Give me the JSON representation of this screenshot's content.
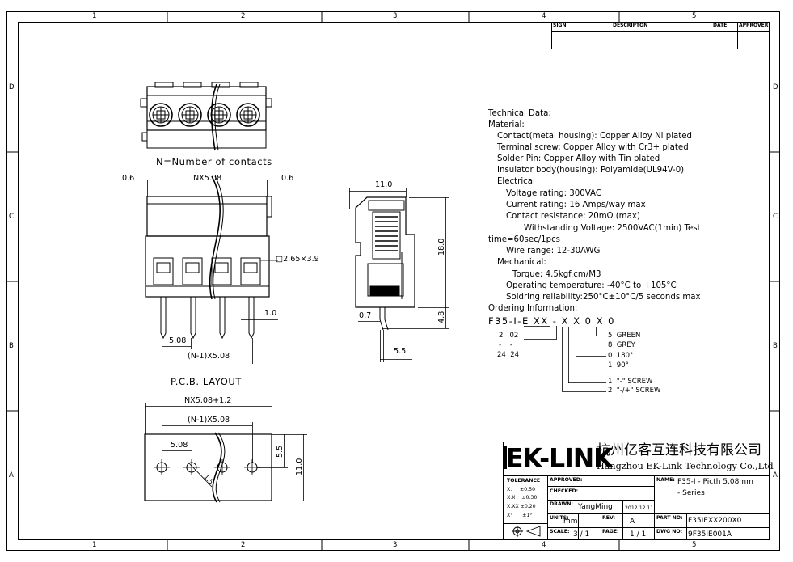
{
  "zones": {
    "columns": [
      "1",
      "2",
      "3",
      "4",
      "5"
    ],
    "rows": [
      "D",
      "C",
      "B",
      "A"
    ]
  },
  "revision_table": {
    "headers": [
      "SIGN",
      "DESCRIPTON",
      "DATE",
      "APPROVER"
    ]
  },
  "views": {
    "top_caption": "N=Number of contacts",
    "pcb_caption": "P.C.B. LAYOUT"
  },
  "dimensions": {
    "left_margin": "0.6",
    "pitch_total": "NX5.08",
    "right_margin": "0.6",
    "hole_size": "2.65×3.9",
    "pin_pitch": "5.08",
    "pin_total": "(N-1)X5.08",
    "pin_width": "1.0",
    "side_width": "11.0",
    "side_height": "18.0",
    "pin_offset": "0.7",
    "pin_length": "4.8",
    "pin_spacing": "5.5",
    "pcb_total": "NX5.08+1.2",
    "pcb_span": "(N-1)X5.08",
    "pcb_pitch": "5.08",
    "pcb_row": "5.5",
    "pcb_height": "11.0",
    "pcb_diameter": "1.5"
  },
  "technical_data": [
    "Technical Data:",
    "Material:",
    "Contact(metal housing): Copper Alloy Ni plated",
    "Terminal screw: Copper Alloy with Cr3+ plated",
    "Solder Pin: Copper Alloy  with Tin plated",
    "Insulator body(housing): Polyamide(UL94V-0)",
    "Electrical",
    "Voltage rating: 300VAC",
    "Current rating: 16 Amps/way max",
    "Contact resistance: 20mΩ (max)",
    "Withstanding Voltage: 2500VAC(1min) Test",
    "time=60sec/1pcs",
    "Wire range: 12-30AWG",
    "Mechanical:",
    "Torque: 4.5kgf.cm/M3",
    "Operating temperature: -40°C to +105°C",
    "Soldring reliability:250°C±10°C/5 seconds max",
    "Ordering Information:"
  ],
  "ordering": {
    "code": "F35-I-E XX - X X 0 X 0",
    "ways": [
      "2   02",
      "-    -",
      "24  24"
    ],
    "color": [
      "5  GREEN",
      "8  GREY"
    ],
    "angle": [
      "0  180°",
      "1  90°"
    ],
    "screw": [
      "1  \"-\" SCREW",
      "2  \"-/+\" SCREW"
    ]
  },
  "title_block": {
    "brand": "EK-LINK",
    "company_cn": "杭州亿客互连科技有限公司",
    "company_en": "Hangzhou EK-Link Technology Co.,Ltd",
    "tolerance_label": "TOLERANCE",
    "tolerances": [
      "X.     ±0.50",
      "X.X    ±0.30",
      "X.XX ±0.20",
      "X°      ±1°"
    ],
    "approved_label": "APPROVED:",
    "checked_label": "CHECKED:",
    "drawn_label": "DRAWN:",
    "drawn_by": "YangMing",
    "drawn_date": "2012.12.11",
    "name_label": "NAME:",
    "name_value": [
      "F35-I - Picth 5.08mm",
      "- Series"
    ],
    "units_label": "UNITS:",
    "units_value": "mm",
    "rev_label": "REV:",
    "rev_value": "A",
    "part_label": "PART NO:",
    "part_value": "F35IEXX200X0",
    "scale_label": "SCALE:",
    "scale_value": "3 / 1",
    "page_label": "PAGE:",
    "page_value": "1 / 1",
    "dwg_label": "DWG NO:",
    "dwg_value": "9F35IE001A"
  }
}
